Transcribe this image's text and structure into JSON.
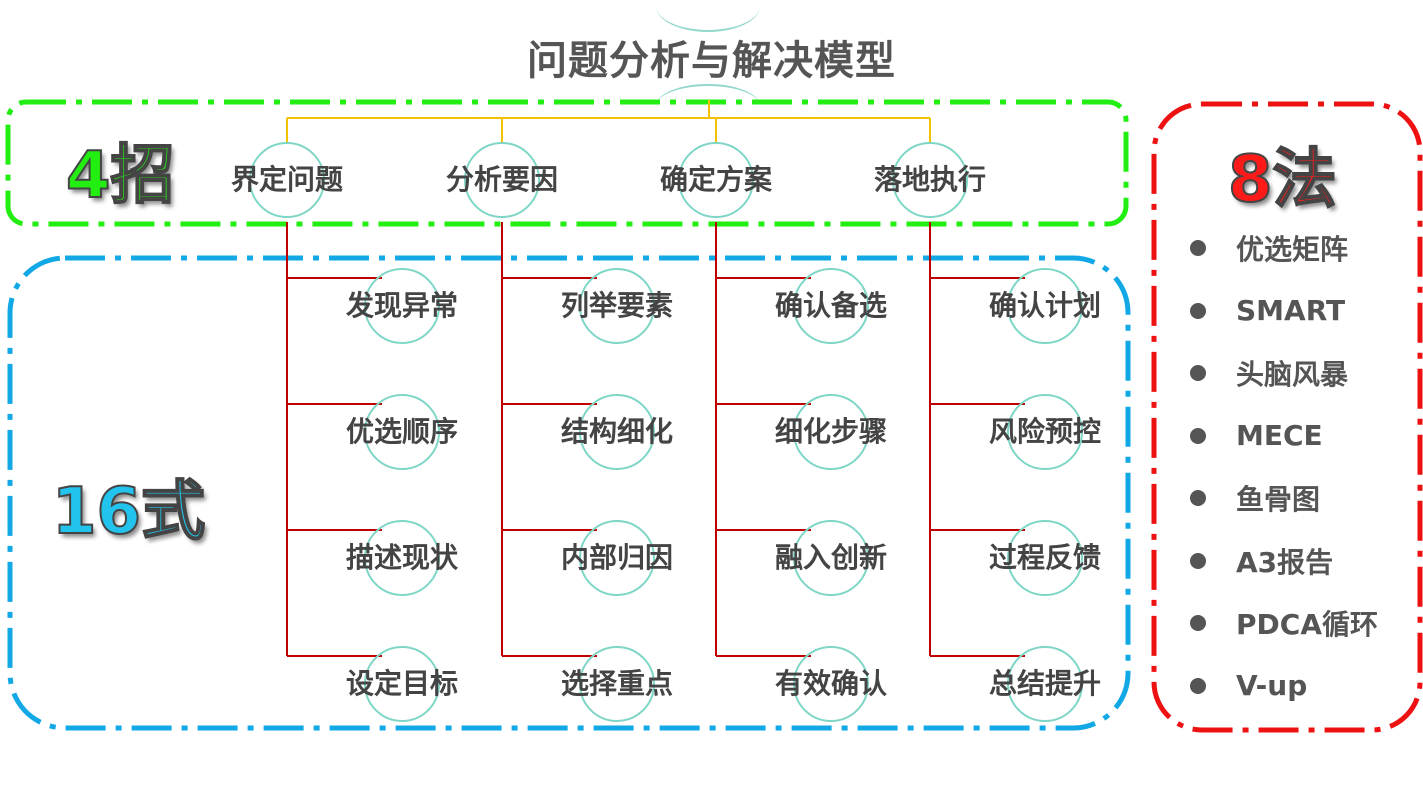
{
  "title": "问题分析与解决模型",
  "labels": {
    "zhao": "4招",
    "shi": "16式",
    "fa": "8法"
  },
  "steps": [
    {
      "label": "界定问题",
      "subs": [
        "发现异常",
        "优选顺序",
        "描述现状",
        "设定目标"
      ]
    },
    {
      "label": "分析要因",
      "subs": [
        "列举要素",
        "结构细化",
        "内部归因",
        "选择重点"
      ]
    },
    {
      "label": "确定方案",
      "subs": [
        "确认备选",
        "细化步骤",
        "融入创新",
        "有效确认"
      ]
    },
    {
      "label": "落地执行",
      "subs": [
        "确认计划",
        "风险预控",
        "过程反馈",
        "总结提升"
      ]
    }
  ],
  "methods": [
    "优选矩阵",
    "SMART",
    "头脑风暴",
    "MECE",
    "鱼骨图",
    "A3报告",
    "PDCA循环",
    "V-up"
  ],
  "colors": {
    "green_frame": "#22ee11",
    "blue_frame": "#12a8e6",
    "red_frame": "#ee1111",
    "tree_top": "#f2c200",
    "tree_sub": "#c00000",
    "circle": "#7ed6c6"
  }
}
